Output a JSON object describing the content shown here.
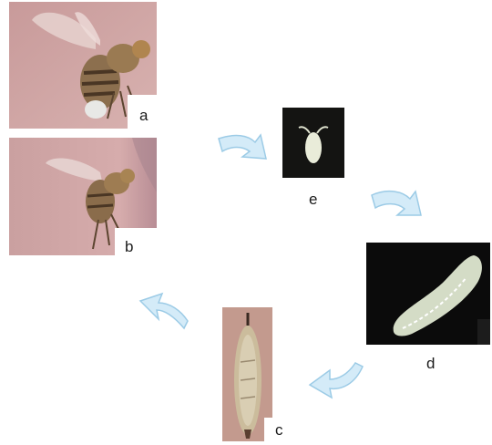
{
  "stages": {
    "a": {
      "label": "a",
      "icon": "adult-fly-male-image"
    },
    "b": {
      "label": "b",
      "icon": "adult-fly-female-image"
    },
    "c": {
      "label": "c",
      "icon": "pupa-image"
    },
    "d": {
      "label": "d",
      "icon": "larva-image"
    },
    "e": {
      "label": "e",
      "icon": "egg-image"
    }
  },
  "arrows": [
    "cycle-arrow-icon",
    "cycle-arrow-icon",
    "cycle-arrow-icon",
    "cycle-arrow-icon"
  ],
  "colors": {
    "arrow_fill": "#d4ebf8",
    "arrow_stroke": "#9ccbe6",
    "photo_pink": "#c99a9b",
    "photo_dark": "#0b0b0b"
  }
}
